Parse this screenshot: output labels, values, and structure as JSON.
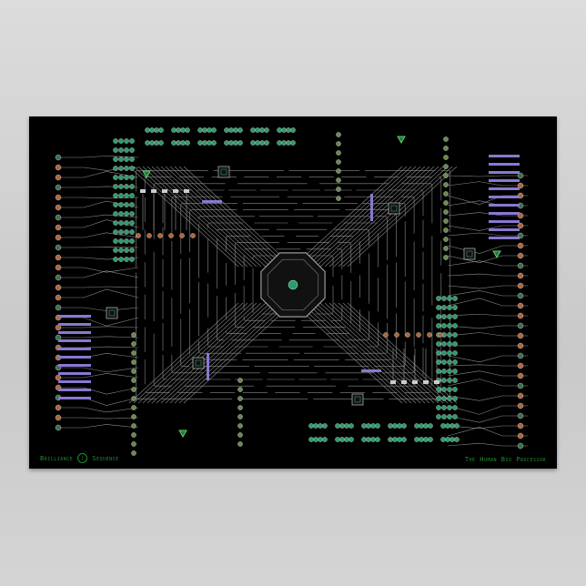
{
  "poster": {
    "caption_left": "Brilliance",
    "caption_left_symbol": "i",
    "caption_left_2": "Sequence",
    "caption_right": "The Human Bio Processor"
  },
  "colors": {
    "board": "#000000",
    "trace": "#8a8a8a",
    "component_green": "#2f9a6a",
    "component_orange": "#b0663a",
    "bus_purple": "#8a78d0",
    "caption_green": "#1f8f2a",
    "wall": "#d0d0d0"
  }
}
